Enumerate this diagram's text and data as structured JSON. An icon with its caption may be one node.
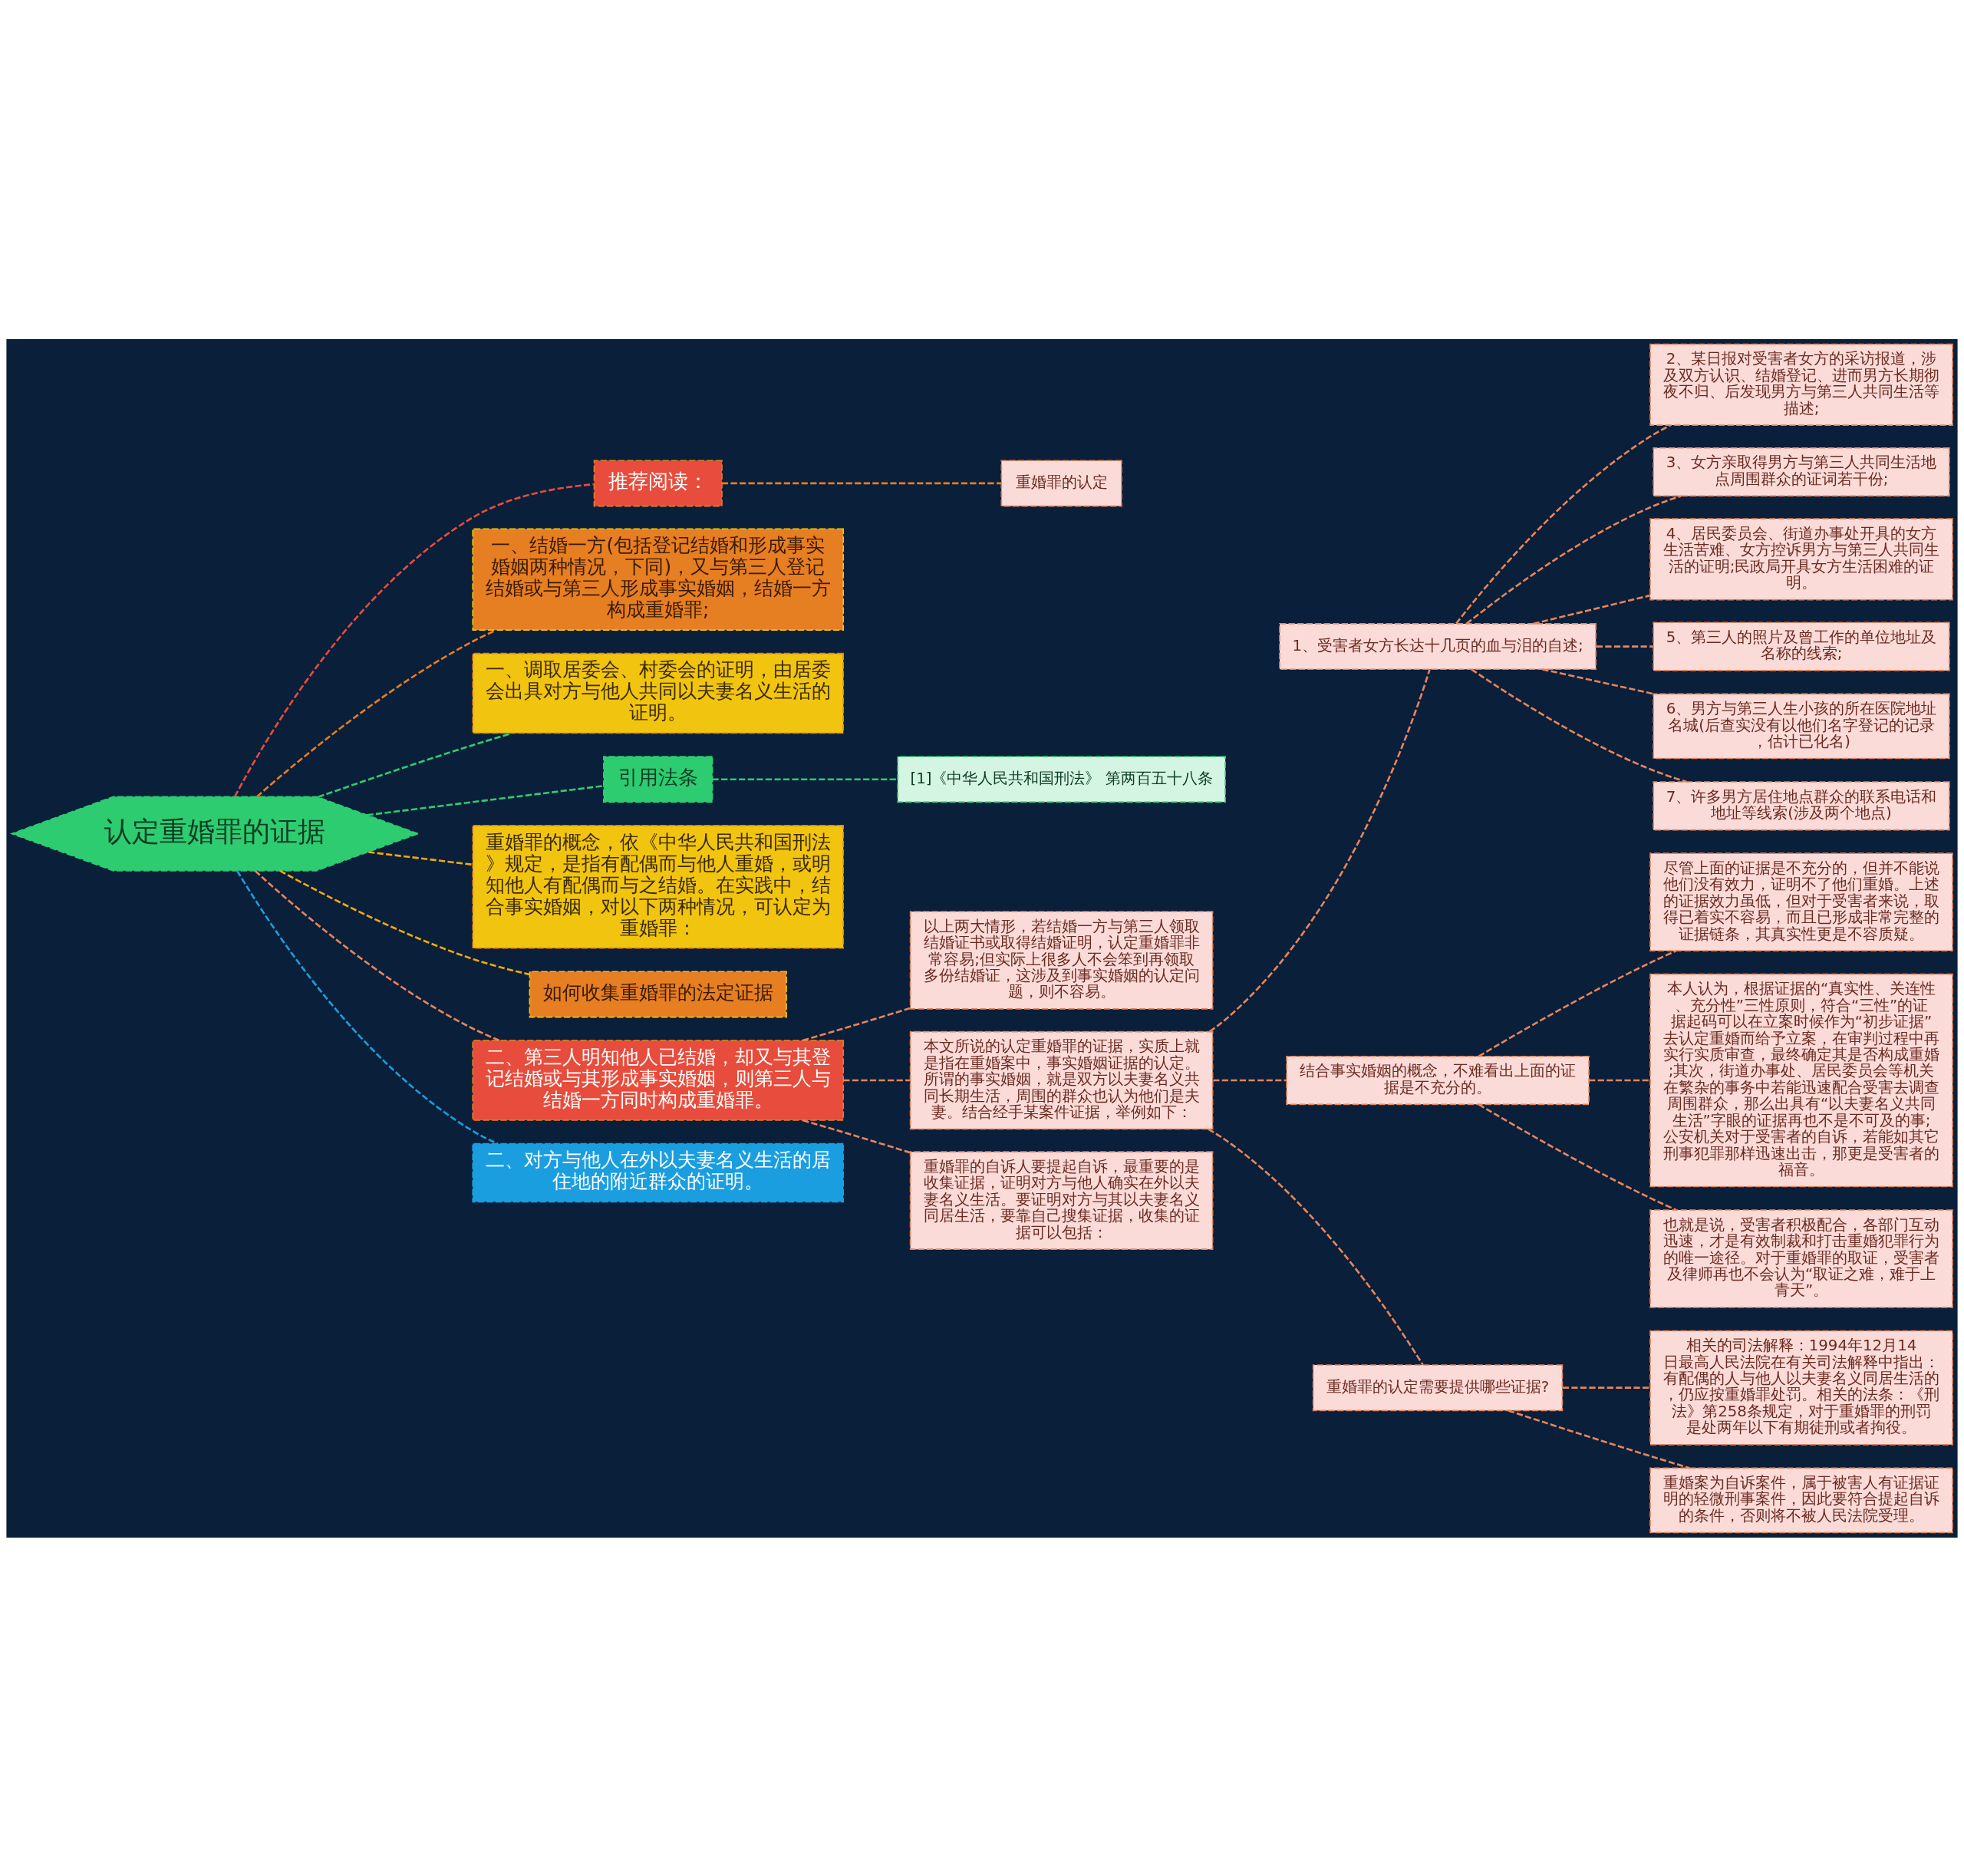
{
  "diagram": {
    "nodes": [
      {
        "text": [
          "认定重婚罪的证据"
        ]
      },
      {
        "text": [
          "推荐阅读："
        ]
      },
      {
        "text": [
          "重婚罪的认定"
        ]
      },
      {
        "text": [
          "一、结婚一方(包括登记结婚和形成事实婚姻两种情况，下同)，又与第三人登记结婚或与第三人形成事实婚姻，结婚一方构成重婚罪;"
        ]
      },
      {
        "text": [
          "一、调取居委会、村委会的证明，由居委会出具对方与他人共同以夫妻名义生活的证明。"
        ]
      },
      {
        "text": [
          "引用法条"
        ]
      },
      {
        "text": [
          "[1]《中华人民共和国刑法》 第两百五十八条"
        ]
      },
      {
        "text": [
          "重婚罪的概念，依《中华人民共和国刑法》规定，是指有配偶而与他人重婚，或明知他人有配偶而与之结婚。在实践中，结合事实婚姻，对以下两种情况，可认定为重婚罪："
        ]
      },
      {
        "text": [
          "如何收集重婚罪的法定证据"
        ]
      },
      {
        "text": [
          "二、第三人明知他人已结婚，却又与其登记结婚或与其形成事实婚姻，则第三人与结婚一方同时构成重婚罪。"
        ]
      },
      {
        "text": [
          "二、对方与他人在外以夫妻名义生活的居住地的附近群众的证明。"
        ]
      },
      {
        "text": [
          "以上两大情形，若结婚一方与第三人领取结婚证书或取得结婚证明，认定重婚罪非常容易;但实际上很多人不会笨到再领取多份结婚证，这涉及到事实婚姻的认定问题，则不容易。"
        ]
      },
      {
        "text": [
          "本文所说的认定重婚罪的证据，实质上就是指在重婚案中，事实婚姻证据的认定。所谓的事实婚姻，就是双方以夫妻名义共同长期生活，周围的群众也认为他们是夫妻。结合经手某案件证据，举例如下："
        ]
      },
      {
        "text": [
          "重婚罪的自诉人要提起自诉，最重要的是收集证据，证明对方与他人确实在外以夫妻名义生活。要证明对方与其以夫妻名义同居生活，要靠自己搜集证据，收集的证据可以包括："
        ]
      },
      {
        "text": [
          "1、受害者女方长达十几页的血与泪的自述;"
        ]
      },
      {
        "text": [
          "结合事实婚姻的概念，不难看出上面的证据是不充分的。"
        ]
      },
      {
        "text": [
          "重婚罪的认定需要提供哪些证据?"
        ]
      },
      {
        "text": [
          "2、某日报对受害者女方的采访报道，涉及双方认识、结婚登记、进而男方长期彻夜不归、后发现男方与第三人共同生活等描述;"
        ]
      },
      {
        "text": [
          "3、女方亲取得男方与第三人共同生活地点周围群众的证词若干份;"
        ]
      },
      {
        "text": [
          "4、居民委员会、街道办事处开具的女方生活苦难、女方控诉男方与第三人共同生活的证明;民政局开具女方生活困难的证明。"
        ]
      },
      {
        "text": [
          "5、第三人的照片及曾工作的单位地址及名称的线索;"
        ]
      },
      {
        "text": [
          "6、男方与第三人生小孩的所在医院地址名城(后查实没有以他们名字登记的记录，估计已化名)"
        ]
      },
      {
        "text": [
          "7、许多男方居住地点群众的联系电话和地址等线索(涉及两个地点)"
        ]
      },
      {
        "text": [
          "尽管上面的证据是不充分的，但并不能说他们没有效力，证明不了他们重婚。上述的证据效力虽低，但对于受害者来说，取得已着实不容易，而且已形成非常完整的证据链条，其真实性更是不容质疑。"
        ]
      },
      {
        "text": [
          "本人认为，根据证据的“真实性、关连性、充分性”三性原则，符合“三性”的证据起码可以在立案时候作为“初步证据”去认定重婚而给予立案，在审判过程中再实行实质审查，最终确定其是否构成重婚;其次，街道办事处、居民委员会等机关在繁杂的事务中若能迅速配合受害去调查周围群众，那么出具有“以夫妻名义共同生活”字眼的证据再也不是不可及的事;公安机关对于受害者的自诉，若能如其它刑事犯罪那样迅速出击，那更是受害者的福音。"
        ]
      },
      {
        "text": [
          "也就是说，受害者积极配合，各部门互动迅速，才是有效制裁和打击重婚犯罪行为的唯一途径。对于重婚罪的取证，受害者及律师再也不会认为“取证之难，难于上青天”。"
        ]
      },
      {
        "text": [
          "相关的司法解释：1994年12月14日最高人民法院在有关司法解释中指出：有配偶的人与他人以夫妻名义同居生活的，仍应按重婚罪处罚。相关的法条：《刑法》第258条规定，对于重婚罪的刑罚是处两年以下有期徒刑或者拘役。"
        ]
      },
      {
        "text": [
          "重婚案为自诉案件，属于被害人有证据证明的轻微刑事案件，因此要符合提起自诉的条件，否则将不被人民法院受理。"
        ]
      }
    ],
    "edges": [
      {
        "from": 0,
        "to": 1,
        "arrow": "none",
        "style": "dashed",
        "color": "#e74c3c"
      },
      {
        "from": 1,
        "to": 2,
        "arrow": "none",
        "style": "dashed",
        "color": "#e67e22"
      },
      {
        "from": 0,
        "to": 3,
        "arrow": "none",
        "style": "dashed",
        "color": "#e67e22"
      },
      {
        "from": 0,
        "to": 4,
        "arrow": "none",
        "style": "dashed",
        "color": "#2ecc71"
      },
      {
        "from": 0,
        "to": 5,
        "arrow": "none",
        "style": "dashed",
        "color": "#2ecc71"
      },
      {
        "from": 5,
        "to": 6,
        "arrow": "none",
        "style": "dashed",
        "color": "#2ecc71"
      },
      {
        "from": 0,
        "to": 7,
        "arrow": "none",
        "style": "dashed",
        "color": "#f1a90f"
      },
      {
        "from": 0,
        "to": 8,
        "arrow": "none",
        "style": "dashed",
        "color": "#f1a90f"
      },
      {
        "from": 0,
        "to": 9,
        "arrow": "none",
        "style": "dashed",
        "color": "#e8845a"
      },
      {
        "from": 0,
        "to": 10,
        "arrow": "none",
        "style": "dashed",
        "color": "#1a9ee0"
      },
      {
        "from": 9,
        "to": 11,
        "arrow": "none",
        "style": "dashed"
      },
      {
        "from": 9,
        "to": 12,
        "arrow": "none",
        "style": "dashed"
      },
      {
        "from": 9,
        "to": 13,
        "arrow": "none",
        "style": "dashed"
      },
      {
        "from": 12,
        "to": 14,
        "arrow": "none",
        "style": "dashed"
      },
      {
        "from": 12,
        "to": 15,
        "arrow": "none",
        "style": "dashed"
      },
      {
        "from": 12,
        "to": 16,
        "arrow": "none",
        "style": "dashed"
      },
      {
        "from": 14,
        "to": 17,
        "arrow": "none",
        "style": "dashed"
      },
      {
        "from": 14,
        "to": 18,
        "arrow": "none",
        "style": "dashed"
      },
      {
        "from": 14,
        "to": 19,
        "arrow": "none",
        "style": "dashed"
      },
      {
        "from": 14,
        "to": 20,
        "arrow": "none",
        "style": "dashed"
      },
      {
        "from": 14,
        "to": 21,
        "arrow": "none",
        "style": "dashed"
      },
      {
        "from": 14,
        "to": 22,
        "arrow": "none",
        "style": "dashed"
      },
      {
        "from": 15,
        "to": 23,
        "arrow": "none",
        "style": "dashed"
      },
      {
        "from": 15,
        "to": 24,
        "arrow": "none",
        "style": "dashed"
      },
      {
        "from": 15,
        "to": 25,
        "arrow": "none",
        "style": "dashed"
      },
      {
        "from": 16,
        "to": 26,
        "arrow": "none",
        "style": "dashed"
      },
      {
        "from": 16,
        "to": 27,
        "arrow": "none",
        "style": "dashed"
      }
    ]
  }
}
